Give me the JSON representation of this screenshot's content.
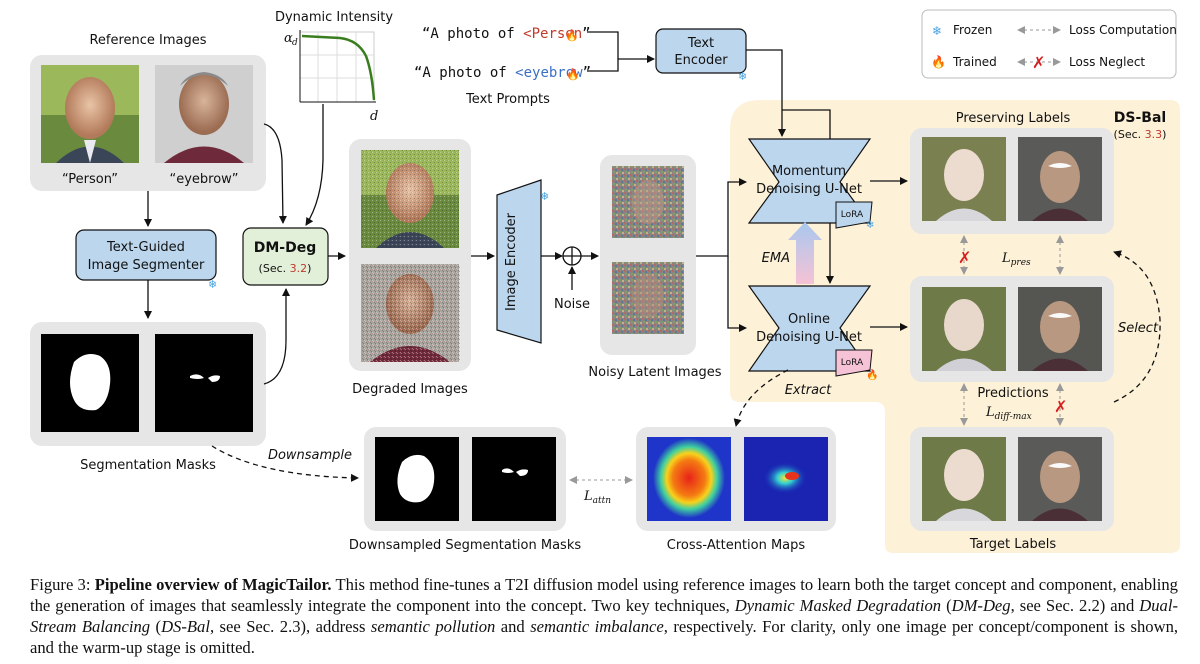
{
  "figure": {
    "reference_images_title": "Reference Images",
    "ref_labels": [
      "“Person”",
      "“eyebrow”"
    ],
    "dynamic_intensity": {
      "title": "Dynamic Intensity",
      "y_axis": "α",
      "y_sub": "d",
      "x_axis": "d"
    },
    "text_prompts": {
      "prompt1_pre": "“A photo of ",
      "prompt1_token": "<Person",
      "prompt1_post": "”",
      "prompt2_pre": "“A photo of ",
      "prompt2_token": "<eyebrow",
      "prompt2_post": "”",
      "label": "Text Prompts"
    },
    "text_encoder": [
      "Text",
      "Encoder"
    ],
    "legend": {
      "frozen": "Frozen",
      "trained": "Trained",
      "loss_computation": "Loss Computation",
      "loss_neglect": "Loss Neglect"
    },
    "ds_bal": {
      "title": "DS-Bal",
      "sec_pre": "(Sec. ",
      "sec_num": "3.3",
      "sec_post": ")"
    },
    "segmenter": [
      "Text-Guided",
      "Image Segmenter"
    ],
    "dm_deg": {
      "title": "DM-Deg",
      "sec_pre": "(Sec. ",
      "sec_num": "3.2",
      "sec_post": ")"
    },
    "degraded_images": "Degraded Images",
    "image_encoder": "Image Encoder",
    "noise": "Noise",
    "noisy_latent": "Noisy Latent Images",
    "momentum_unet": [
      "Momentum",
      "Denoising U-Net"
    ],
    "online_unet": [
      "Online",
      "Denoising U-Net"
    ],
    "lora": "LoRA",
    "ema": "EMA",
    "extract": "Extract",
    "preserving_labels": "Preserving Labels",
    "predictions": "Predictions",
    "target_labels": "Target Labels",
    "select": "Select",
    "l_pres": {
      "L": "L",
      "sub": "pres"
    },
    "l_diff": {
      "L": "L",
      "sub": "diff-max"
    },
    "l_attn": {
      "L": "L",
      "sub": "attn"
    },
    "segmentation_masks": "Segmentation Masks",
    "downsample": "Downsample",
    "downsampled_masks": "Downsampled Segmentation Masks",
    "cross_attention": "Cross-Attention Maps",
    "colors": {
      "blue_box": "#bcd6ee",
      "green_box": "#e2f0d9",
      "panel": "#e8e8e8",
      "ds_bg": "#fdf1d8",
      "accent_red": "#c0392b",
      "curve_green": "#3a7d1f"
    }
  },
  "caption": {
    "label": "Figure 3: ",
    "title": "Pipeline overview of MagicTailor.",
    "s1": " This method fine-tunes a T2I diffusion model using reference images to learn both the target concept and component, enabling the generation of images that seamlessly integrate the component into the concept. Two key techniques, ",
    "t1": "Dynamic Masked Degradation",
    "s2": " (",
    "t2": "DM-Deg",
    "s3": ", see Sec. 2.2) and ",
    "t3": "Dual-Stream Balancing",
    "s4": " (",
    "t4": "DS-Bal",
    "s5": ", see Sec. 2.3), address ",
    "t5": "semantic pollution",
    "s6": " and ",
    "t6": "semantic imbalance",
    "s7": ", respectively. For clarity, only one image per concept/component is shown, and the warm-up stage is omitted."
  }
}
